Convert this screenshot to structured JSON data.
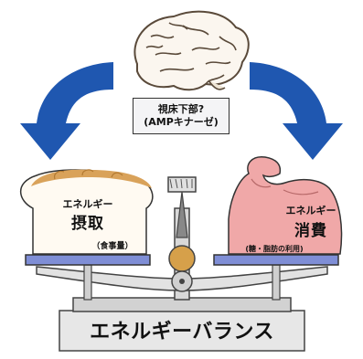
{
  "hypothalamus": {
    "line1": "視床下部?",
    "line2": "(AMPキナーゼ)"
  },
  "intake": {
    "line1": "エネルギー",
    "line2": "摂取",
    "note": "（食事量）"
  },
  "expenditure": {
    "line1": "エネルギー",
    "line2": "消費",
    "note": "(糖・脂肪の利用)"
  },
  "banner": "エネルギーバランス",
  "colors": {
    "arrow_blue": "#1f57b0",
    "muscle_pink": "#f0a8a8",
    "bread_crust": "#d9a25a",
    "pan_blue": "#7f8ed6",
    "scale_gray": "#c8c8c8",
    "brain_outline": "#5a4a3a"
  },
  "icons": [
    "brain-icon",
    "bread-icon",
    "muscle-arm-icon",
    "balance-scale-icon",
    "down-arrow-icon"
  ]
}
